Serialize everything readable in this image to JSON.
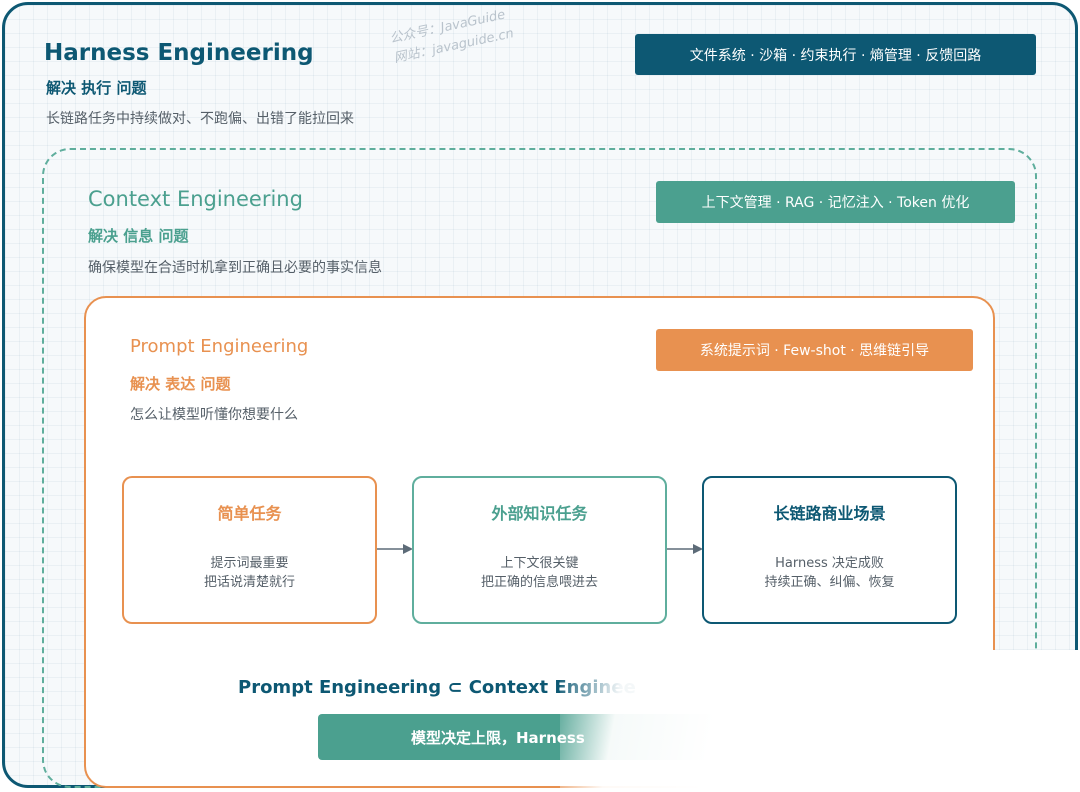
{
  "harness": {
    "title": "Harness Engineering",
    "solve": "解决 执行 问题",
    "desc": "长链路任务中持续做对、不跑偏、出错了能拉回来",
    "tag": "文件系统 · 沙箱 · 约束执行 · 熵管理 · 反馈回路"
  },
  "watermark": {
    "line1": "公众号：JavaGuide",
    "line2": "网站：javaguide.cn"
  },
  "context": {
    "title": "Context Engineering",
    "solve": "解决 信息 问题",
    "desc": "确保模型在合适时机拿到正确且必要的事实信息",
    "tag": "上下文管理 · RAG · 记忆注入 · Token 优化"
  },
  "prompt": {
    "title": "Prompt Engineering",
    "solve": "解决 表达 问题",
    "desc": "怎么让模型听懂你想要什么",
    "tag": "系统提示词 · Few-shot · 思维链引导"
  },
  "stages": [
    {
      "title": "简单任务",
      "line1": "提示词最重要",
      "line2": "把话说清楚就行"
    },
    {
      "title": "外部知识任务",
      "line1": "上下文很关键",
      "line2": "把正确的信息喂进去"
    },
    {
      "title": "长链路商业场景",
      "line1": "Harness 决定成败",
      "line2": "持续正确、纠偏、恢复"
    }
  ],
  "subset_text": "Prompt Engineering ⊂ Context Enginee",
  "bottom_bar": "模型决定上限，Harness",
  "colors": {
    "harness": "#0d5873",
    "context": "#4ba08f",
    "prompt": "#e89150"
  }
}
